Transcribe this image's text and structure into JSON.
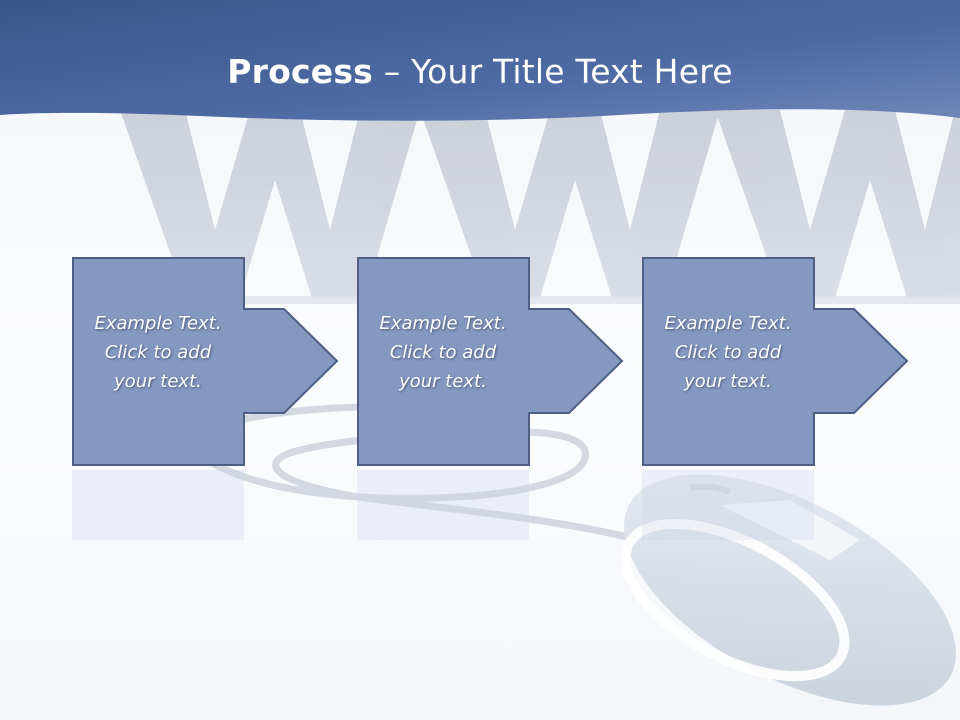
{
  "slide": {
    "title_bold": "Process",
    "title_rest": " – Your Title Text Here"
  },
  "steps": [
    {
      "line1": "Example Text.",
      "line2": "Click  to add",
      "line3": "your text."
    },
    {
      "line1": "Example Text.",
      "line2": "Click  to add",
      "line3": "your text."
    },
    {
      "line1": "Example Text.",
      "line2": "Click  to add",
      "line3": "your text."
    }
  ],
  "colors": {
    "header": "#4a67a0",
    "step_fill": "#8598c0",
    "step_border": "#4e5f86"
  }
}
